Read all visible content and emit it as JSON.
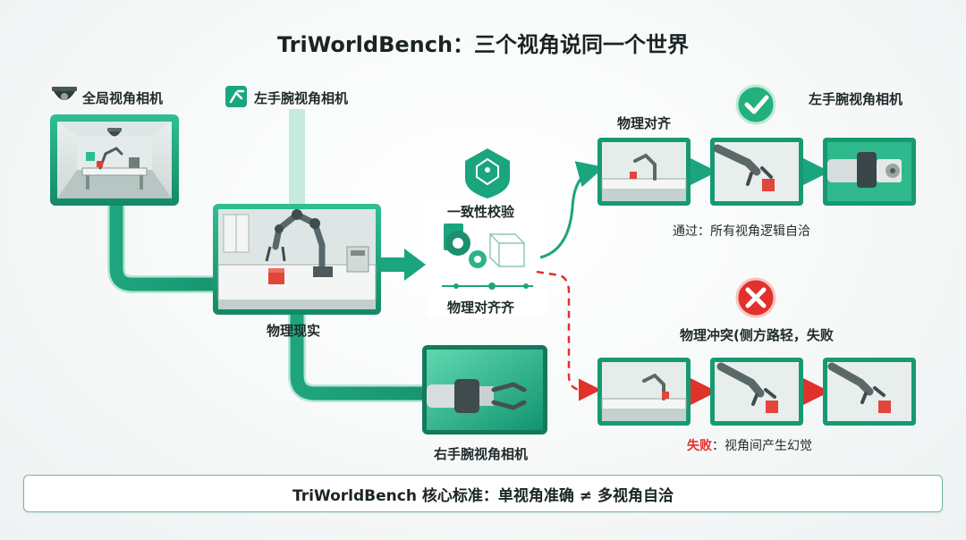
{
  "title": "TriWorldBench：三个视角说同一个世界",
  "left": {
    "global_camera_label": "全局视角相机",
    "left_wrist_camera_label": "左手腕视角相机",
    "physical_reality_label": "物理现实",
    "right_wrist_camera_label": "右手腕视角相机"
  },
  "center": {
    "consistency_check_label": "一致性校验",
    "physical_alignment_label": "物理对齐齐"
  },
  "pass_branch": {
    "top_label": "物理对齐",
    "camera_label": "左手腕视角相机",
    "result_text": "通过：所有视角逻辑自洽"
  },
  "fail_branch": {
    "conflict_text": "物理冲突(侧方路轻，失败",
    "result_prefix": "失败",
    "result_suffix": "：视角间产生幻觉"
  },
  "footer": {
    "text": "TriWorldBench 核心标准：单视角准确 ≠ 多视角自洽"
  },
  "colors": {
    "accent_green": "#1aa57e",
    "dark_green": "#137a5d",
    "fail_red": "#e0312b",
    "pass_check": "#22b07d"
  },
  "icons": [
    "dome-camera-icon",
    "wrist-camera-icon",
    "shield-network-icon",
    "gears-cube-icon",
    "check-icon",
    "cross-icon"
  ]
}
